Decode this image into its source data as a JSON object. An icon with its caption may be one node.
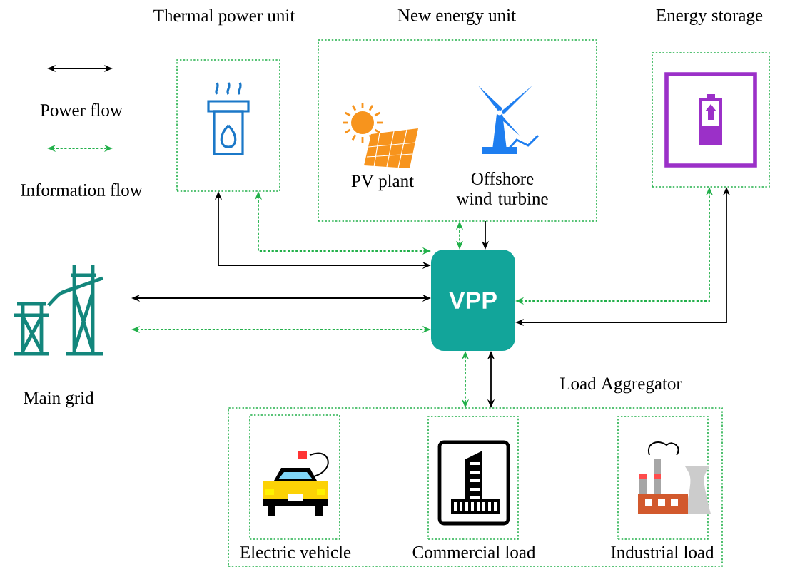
{
  "diagram": {
    "nodes": [
      {
        "text": [
          "Thermal power unit"
        ]
      },
      {
        "text": [
          "New energy unit"
        ]
      },
      {
        "text": [
          "PV plant"
        ],
        "in": 1
      },
      {
        "text": [
          "Offshore wind turbine"
        ],
        "in": 1
      },
      {
        "text": [
          "Energy storage"
        ]
      },
      {
        "text": [
          "Main grid"
        ]
      },
      {
        "text": [
          "VPP"
        ]
      },
      {
        "text": [
          "Load Aggregator"
        ]
      },
      {
        "text": [
          "Electric vehicle"
        ],
        "in": 7
      },
      {
        "text": [
          "Commercial load"
        ],
        "in": 7
      },
      {
        "text": [
          "Industrial load"
        ],
        "in": 7
      }
    ],
    "edges": [
      {
        "from": 0,
        "to": 6,
        "arrow": "both"
      },
      {
        "from": 0,
        "to": 6,
        "arrow": "both",
        "style": "dashed",
        "color": "#22b04a"
      },
      {
        "from": 1,
        "to": 6,
        "arrow": "both",
        "style": "dashed",
        "color": "#22b04a"
      },
      {
        "from": 1,
        "to": 6,
        "arrow": "to"
      },
      {
        "from": 6,
        "to": 4,
        "arrow": "both",
        "style": "dashed",
        "color": "#22b04a"
      },
      {
        "from": 6,
        "to": 4,
        "arrow": "both"
      },
      {
        "from": 5,
        "to": 6,
        "arrow": "both"
      },
      {
        "from": 5,
        "to": 6,
        "arrow": "both",
        "style": "dashed",
        "color": "#22b04a"
      },
      {
        "from": 6,
        "to": 7,
        "arrow": "both",
        "style": "dashed",
        "color": "#22b04a"
      },
      {
        "from": 6,
        "to": 7,
        "arrow": "both"
      }
    ],
    "legend": [
      {
        "text": "Power flow"
      },
      {
        "text": "Information flow"
      }
    ]
  }
}
